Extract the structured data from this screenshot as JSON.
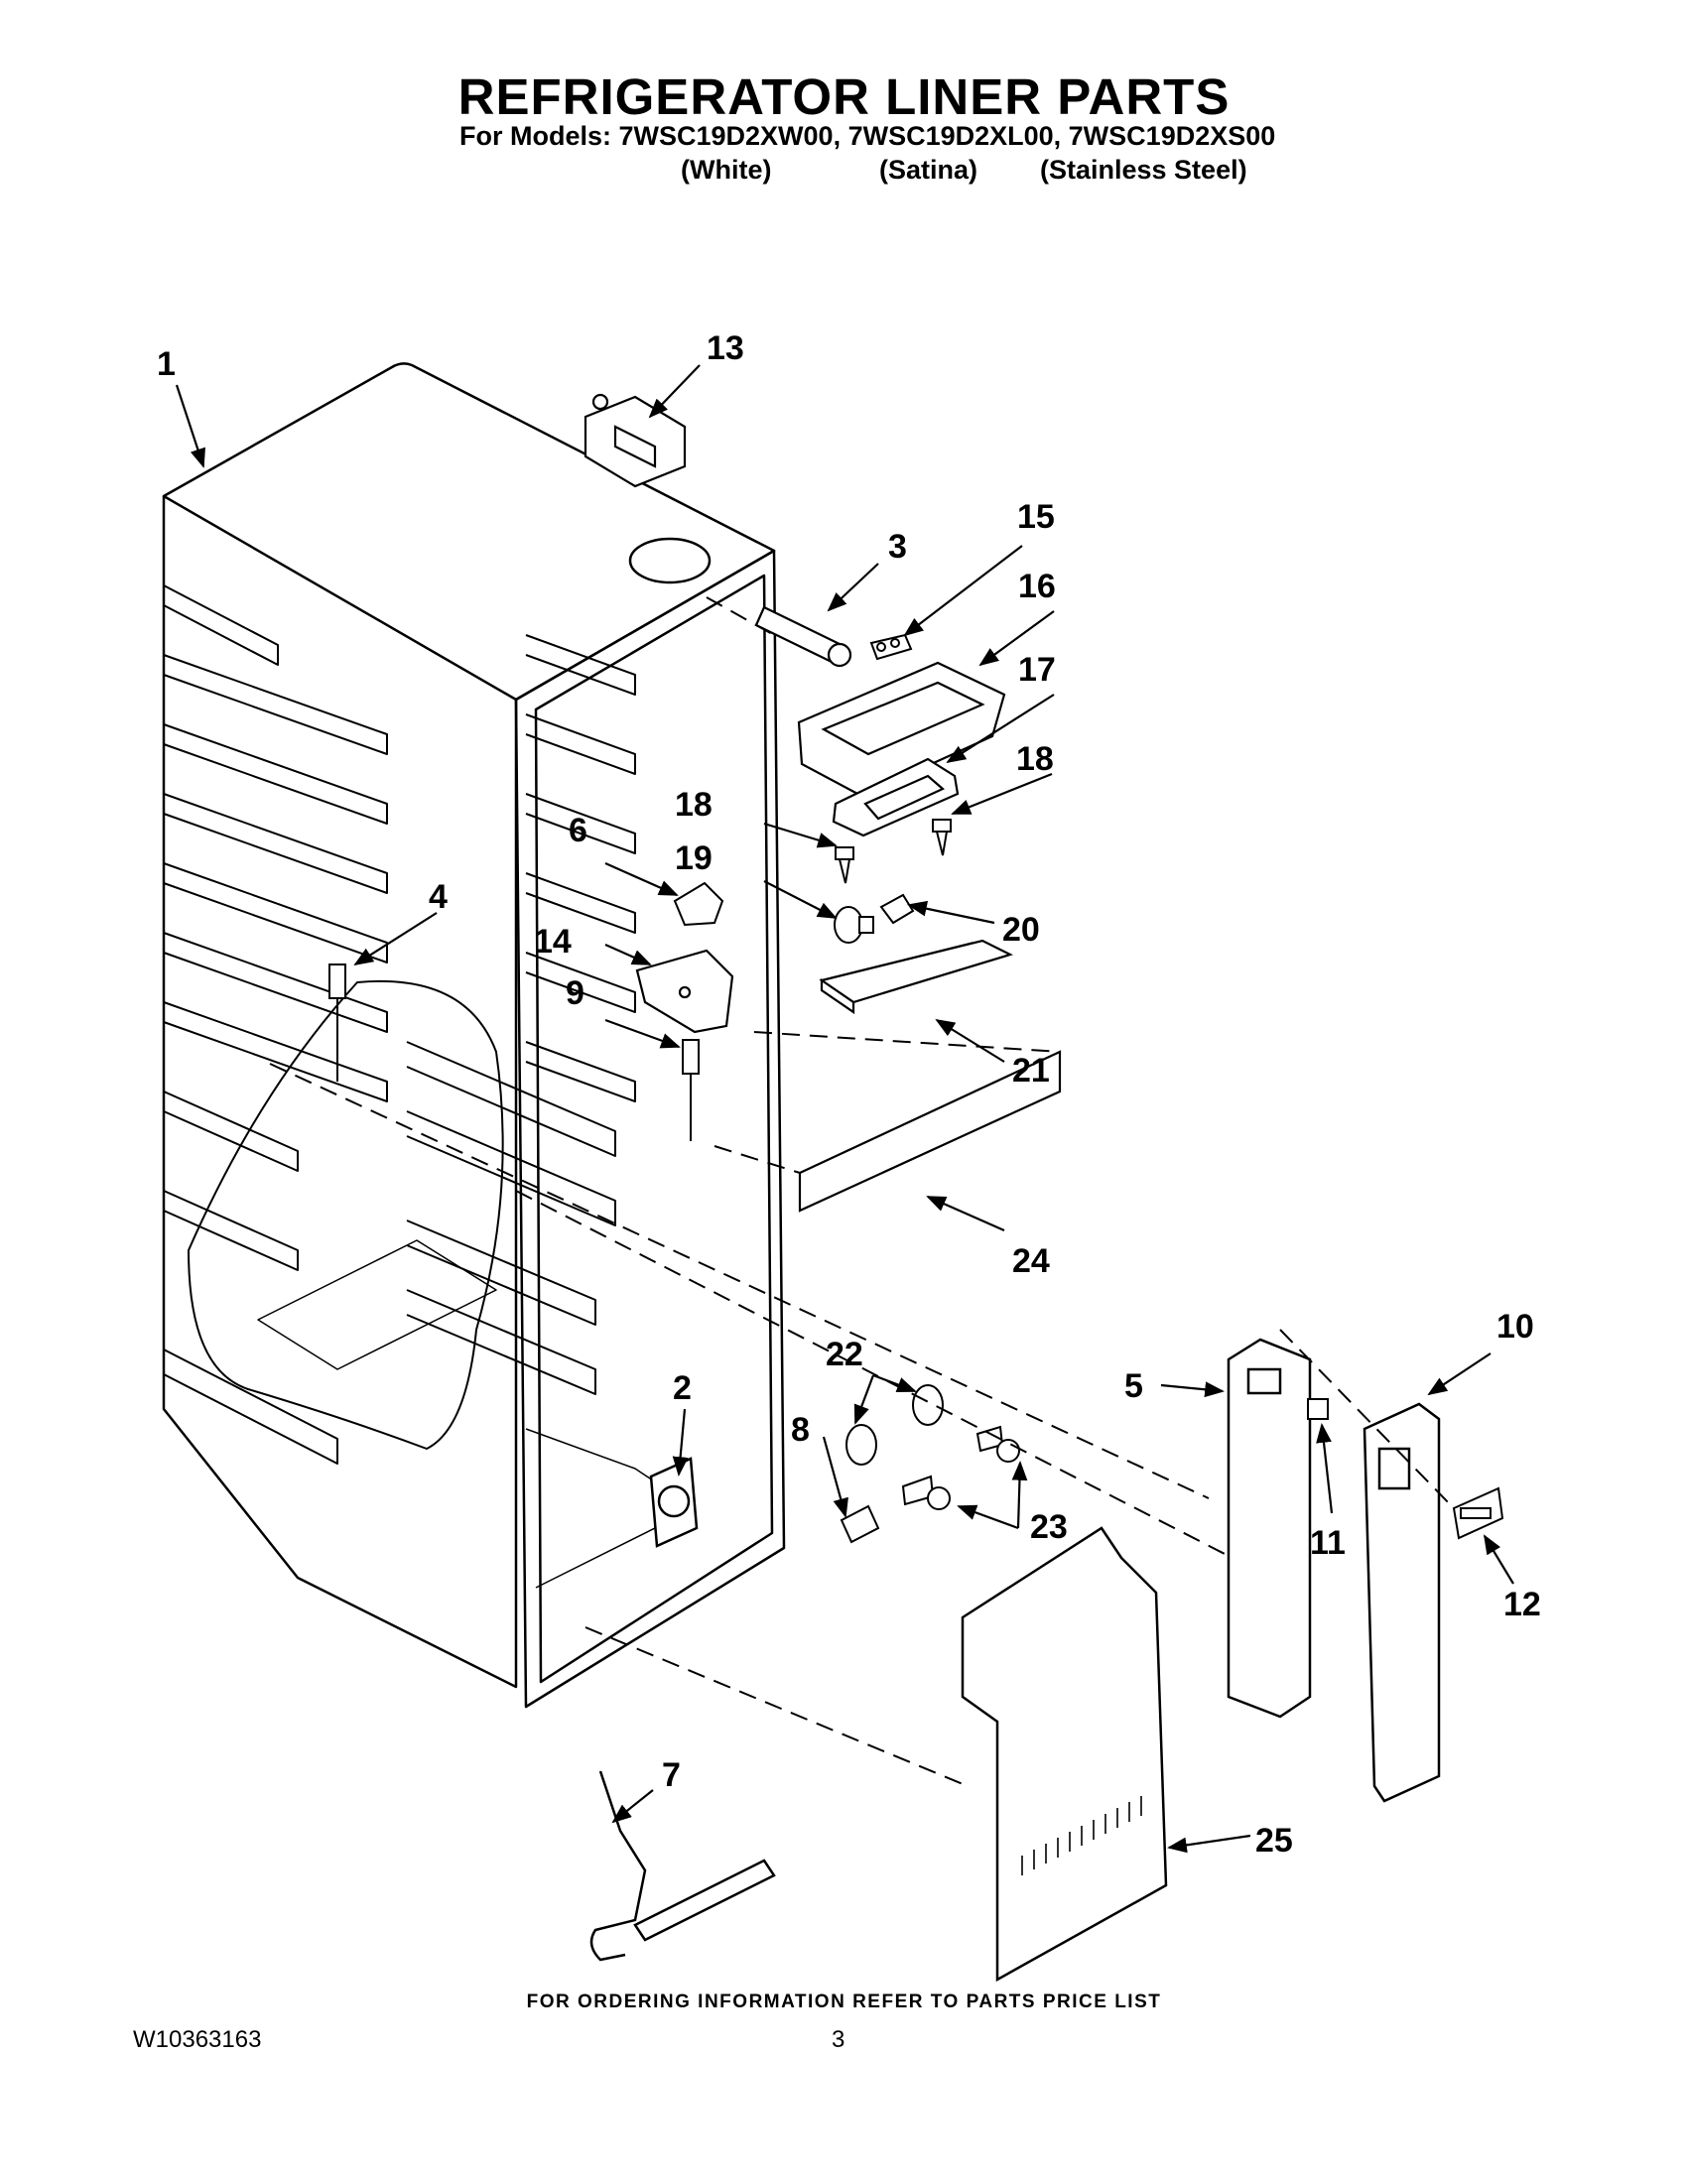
{
  "header": {
    "title": "REFRIGERATOR LINER PARTS",
    "models_line": "For Models: 7WSC19D2XW00, 7WSC19D2XL00, 7WSC19D2XS00",
    "variants": [
      "(White)",
      "(Satina)",
      "(Stainless Steel)"
    ]
  },
  "footer": {
    "ordering_note": "FOR ORDERING INFORMATION REFER TO PARTS PRICE LIST",
    "document_number": "W10363163",
    "page_number": "3"
  },
  "callouts": [
    "1",
    "13",
    "3",
    "15",
    "16",
    "17",
    "18",
    "18",
    "19",
    "6",
    "20",
    "4",
    "14",
    "9",
    "21",
    "24",
    "22",
    "2",
    "8",
    "5",
    "10",
    "11",
    "12",
    "23",
    "7",
    "25"
  ]
}
